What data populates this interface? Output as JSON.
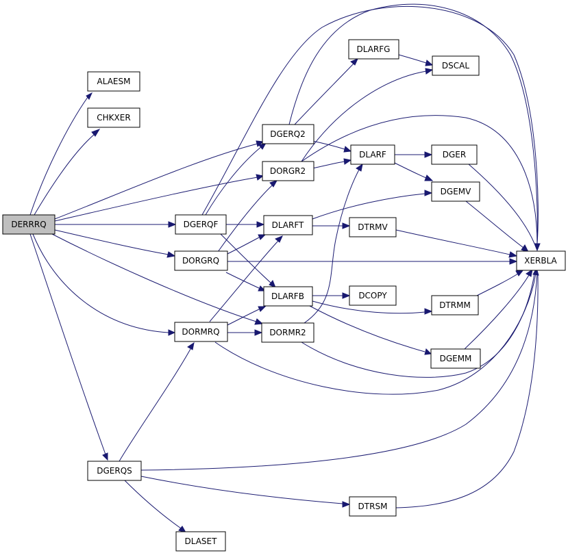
{
  "diagram": {
    "edge_color": "#191970",
    "root_fill": "#bfbfbf",
    "nodes": {
      "DERRRQ": "DERRRQ",
      "ALAESM": "ALAESM",
      "CHKXER": "CHKXER",
      "DGERQ2": "DGERQ2",
      "DORGR2": "DORGR2",
      "DGERQF": "DGERQF",
      "DORGRQ": "DORGRQ",
      "DORMRQ": "DORMRQ",
      "DGERQS": "DGERQS",
      "DLASET": "DLASET",
      "DLARFG": "DLARFG",
      "DSCAL": "DSCAL",
      "DLARF": "DLARF",
      "DGER": "DGER",
      "DGEMV": "DGEMV",
      "DLARFT": "DLARFT",
      "DTRMV": "DTRMV",
      "XERBLA": "XERBLA",
      "DLARFB": "DLARFB",
      "DCOPY": "DCOPY",
      "DTRMM": "DTRMM",
      "DORMR2": "DORMR2",
      "DGEMM": "DGEMM",
      "DTRSM": "DTRSM"
    }
  }
}
